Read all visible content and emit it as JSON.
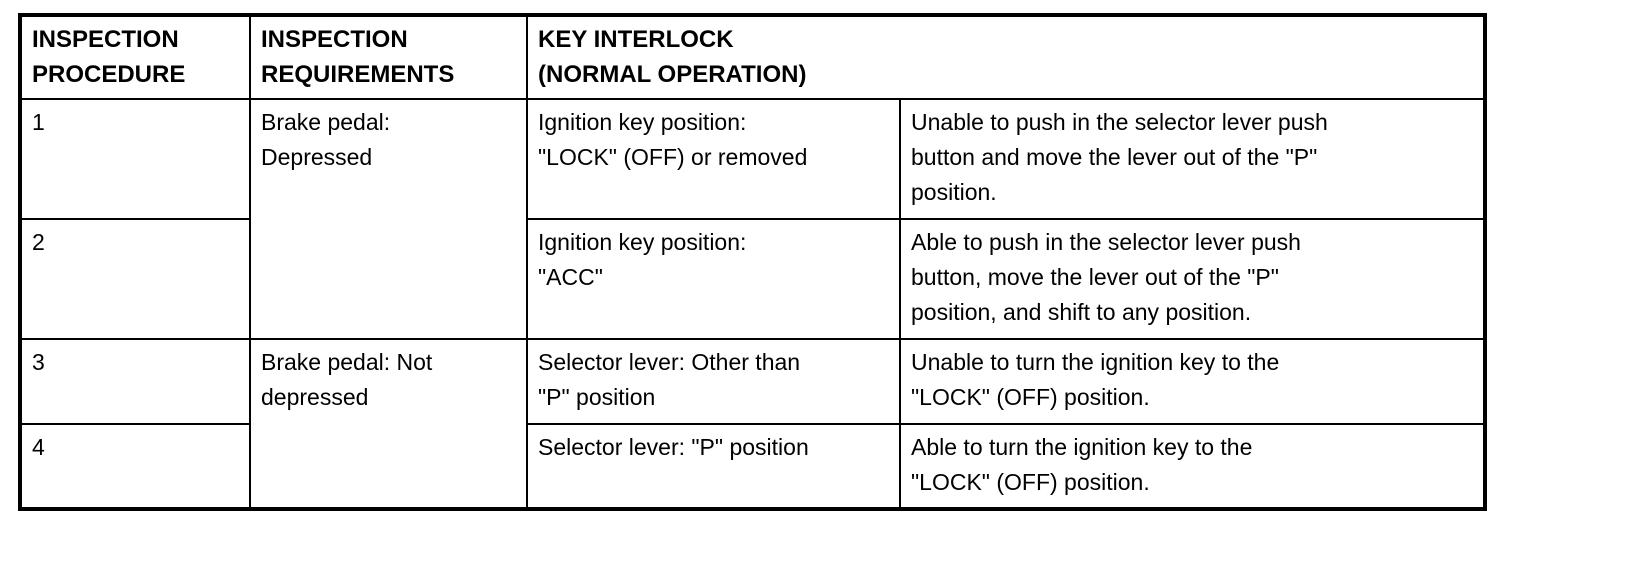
{
  "table": {
    "headers": {
      "procedure": "INSPECTION\nPROCEDURE",
      "requirements": "INSPECTION\nREQUIREMENTS",
      "interlock": "KEY INTERLOCK\n(NORMAL OPERATION)"
    },
    "rows": [
      {
        "procedure": "1",
        "requirement": "Brake pedal:\nDepressed",
        "condition": "Ignition key position:\n\"LOCK\" (OFF) or removed",
        "result": "Unable to push in the selector lever push\nbutton and move the lever out of the \"P\"\nposition."
      },
      {
        "procedure": "2",
        "condition": "Ignition key position:\n\"ACC\"",
        "result": "Able to push in the selector lever push\nbutton, move the lever out of the \"P\"\nposition, and shift to any position."
      },
      {
        "procedure": "3",
        "requirement": "Brake pedal: Not\ndepressed",
        "condition": "Selector lever: Other than\n\"P\" position",
        "result": "Unable to turn the ignition key to the\n\"LOCK\" (OFF) position."
      },
      {
        "procedure": "4",
        "condition": "Selector lever: \"P\" position",
        "result": "Able to turn the ignition key to the\n\"LOCK\" (OFF) position."
      }
    ]
  }
}
